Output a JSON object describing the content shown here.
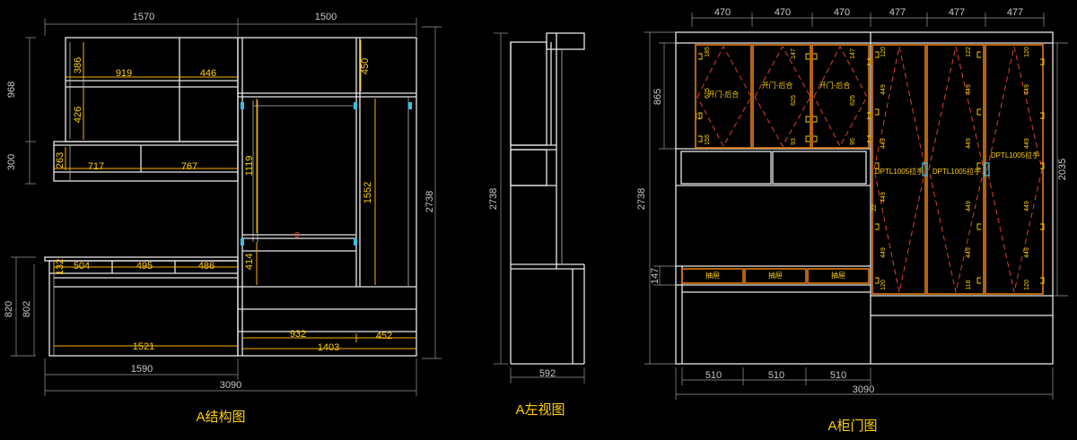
{
  "structure_view": {
    "title": "A结构图",
    "top_dims": [
      "1570",
      "1500"
    ],
    "left_dims": [
      "968",
      "300",
      "820",
      "802"
    ],
    "right_dim": "2738",
    "bottom_dims": [
      "1521",
      "1590",
      "3090"
    ],
    "inner_dims": {
      "d386": "386",
      "d919": "919",
      "d446": "446",
      "d450": "450",
      "d426": "426",
      "d263": "263",
      "d717": "717",
      "d767": "767",
      "d1119": "1119",
      "d1552": "1552",
      "d414": "414",
      "d132": "132",
      "d504": "504",
      "d495": "495",
      "d486": "486",
      "d932": "932",
      "d1403": "1403",
      "d452": "452"
    }
  },
  "side_view": {
    "title": "A左视图",
    "left_dim": "2738",
    "bottom_dim": "592"
  },
  "door_view": {
    "title": "A柜门图",
    "top_dims": [
      "470",
      "470",
      "470",
      "477",
      "477",
      "477"
    ],
    "left_dims": [
      "865",
      "2738",
      "147"
    ],
    "right_dim": "2035",
    "bottom_dims": [
      "510",
      "510",
      "510",
      "3090"
    ],
    "door_labels": [
      "开门-后合",
      "开门-后合",
      "开门-后合"
    ],
    "handle_labels": [
      "DPTL1005拉手",
      "DPTL1005拉手",
      "DPTL1005拉手"
    ],
    "drawer_labels": [
      "抽屉",
      "抽屉",
      "抽屉"
    ],
    "small_dims": {
      "upper_left": [
        "185",
        "625",
        "22",
        "155"
      ],
      "upper_mid": [
        "147",
        "625",
        "93"
      ],
      "upper_right": [
        "147",
        "625",
        "95"
      ],
      "tall_col1": [
        "120",
        "449",
        "449",
        "449",
        "22",
        "449",
        "120"
      ],
      "tall_col2": [
        "122",
        "449",
        "449",
        "449",
        "449",
        "118"
      ],
      "tall_col3": [
        "120",
        "449",
        "449",
        "449",
        "449",
        "120"
      ]
    }
  }
}
